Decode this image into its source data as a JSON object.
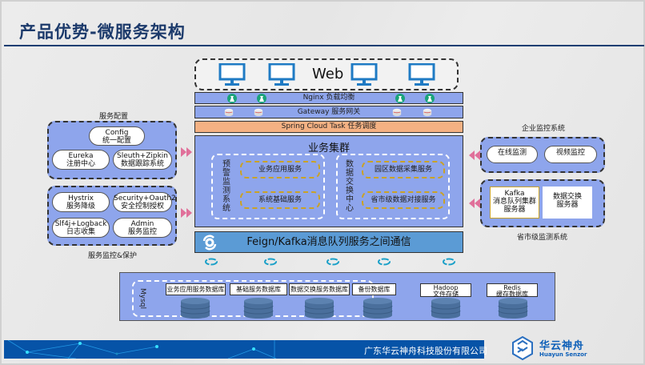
{
  "title": "产品优势-微服务架构",
  "web": {
    "label": "Web",
    "monitor_count": 4
  },
  "layers": {
    "nginx": "Nginx 负载均衡",
    "gateway": "Gateway 服务网关",
    "task": "Spring Cloud Task 任务调度"
  },
  "cluster": {
    "title": "业务集群",
    "left_group": {
      "label": "预警监测系统",
      "services": [
        "业务应用服务",
        "系统基础服务"
      ]
    },
    "right_group": {
      "label": "数据交换中心",
      "services": [
        "园区数据采集服务",
        "省市级数据对接服务"
      ]
    }
  },
  "feign": {
    "label": "Feign/Kafka消息队列服务之间通信"
  },
  "service_config": {
    "caption": "服务配置",
    "items": [
      {
        "line1": "Config",
        "line2": "统一配置"
      },
      {
        "line1": "Eureka",
        "line2": "注册中心"
      },
      {
        "line1": "Sleuth+Zipkin",
        "line2": "数据跟踪系统"
      }
    ]
  },
  "service_monitor": {
    "caption": "服务监控&保护",
    "items": [
      {
        "line1": "Hystrix",
        "line2": "服务降级"
      },
      {
        "line1": "Security+Oauth2",
        "line2": "安全控制授权"
      },
      {
        "line1": "Slf4j+Logback",
        "line2": "日志收集"
      },
      {
        "line1": "Admin",
        "line2": "服务监控"
      }
    ]
  },
  "enterprise_monitor": {
    "caption": "企业监控系统",
    "items": [
      "在线监测",
      "视频监控"
    ]
  },
  "provincial_monitor": {
    "caption": "省市级监测系统",
    "items": [
      {
        "line1": "Kafka",
        "line2": "消息队列集群",
        "line3": "服务器"
      },
      {
        "line1": "数据交换",
        "line2": "服务器"
      }
    ]
  },
  "storage": {
    "mysql_label": "Mysql",
    "mysql_dbs": [
      "业务应用服务数据库",
      "基础服务数据库",
      "数据交换服务数据库",
      "备份数据库"
    ],
    "others": [
      {
        "line1": "Hadoop",
        "line2": "文件存储"
      },
      {
        "line1": "Redis",
        "line2": "缓存数据库"
      }
    ]
  },
  "footer": {
    "company": "广东华云神舟科技股份有限公司",
    "logo_cn": "华云神舟",
    "logo_en": "Huayun Senzor"
  },
  "colors": {
    "title": "#1c3a6b",
    "panel_blue": "#8ea5ec",
    "feign_blue": "#5b9bd5",
    "task_orange": "#f4b183",
    "arrow_pink": "#e0709a",
    "footer_blue": "#0653a7"
  }
}
